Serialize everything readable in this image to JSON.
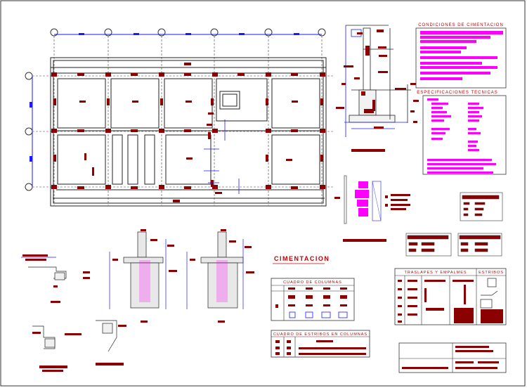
{
  "sheet": {
    "titles": {
      "cimentacion": "CIMENTACION",
      "condiciones": "CONDICIONES DE CIMENTACION",
      "especificaciones": "ESPECIFICACIONES TECNICAS",
      "cuadro_columnas": "CUADRO DE COLUMNAS",
      "cuadro_estribos": "CUADRO DE ESTRIBOS EN COLUMNAS",
      "traslapes": "TRASLAPES Y EMPALMES",
      "estribos": "ESTRIBOS"
    },
    "colors": {
      "line": "#222222",
      "dimension": "#1a1aff",
      "annotation": "#8b0000",
      "highlight": "#ff00ff",
      "label": "#c00000"
    },
    "icons": [
      "grid-bubble-icon",
      "column-section-icon",
      "footing-detail-icon"
    ]
  }
}
